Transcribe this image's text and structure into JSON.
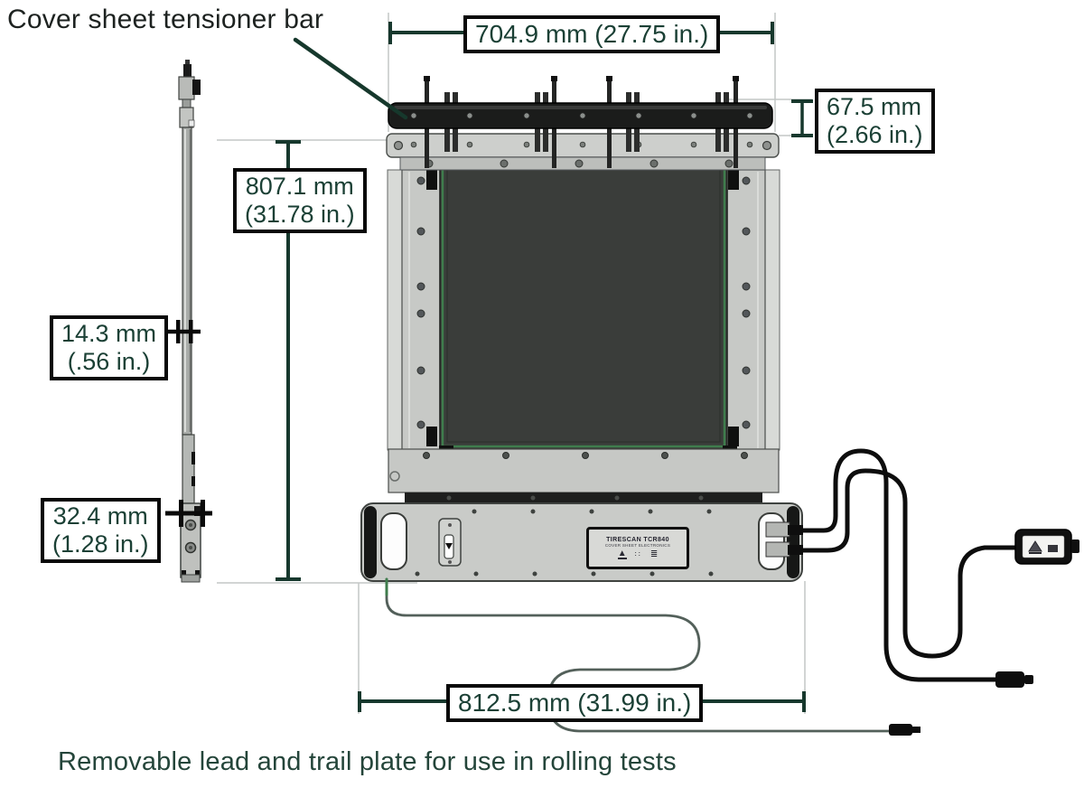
{
  "title": "Cover sheet tensioner bar",
  "caption": "Removable lead and trail plate for use in rolling tests",
  "dimensions": {
    "top_width": "704.9 mm (27.75 in.)",
    "tensioner_height_l1": "67.5 mm",
    "tensioner_height_l2": "(2.66 in.)",
    "overall_height_l1": "807.1 mm",
    "overall_height_l2": "(31.78 in.)",
    "profile_thickness_l1": "14.3 mm",
    "profile_thickness_l2": "(.56 in.)",
    "base_thickness_l1": "32.4 mm",
    "base_thickness_l2": "(1.28 in.)",
    "base_width": "812.5 mm (31.99 in.)"
  },
  "device_label": {
    "line1": "TIRESCAN TCR840",
    "line2": "COVER SHEET ELECTRONICS",
    "logo_glyph": "▲",
    "marks1": "∶∶",
    "marks2": "≣"
  },
  "colors": {
    "dimension_line": "#17382d",
    "label_text": "#1b4035",
    "extension_line": "#c3c7c5",
    "mat_border_green": "#3f7d4d",
    "title_text": "#1d2220",
    "caption_text": "#24453a",
    "cable_black": "#0d0d0d",
    "cable_thin": "#53605a"
  }
}
